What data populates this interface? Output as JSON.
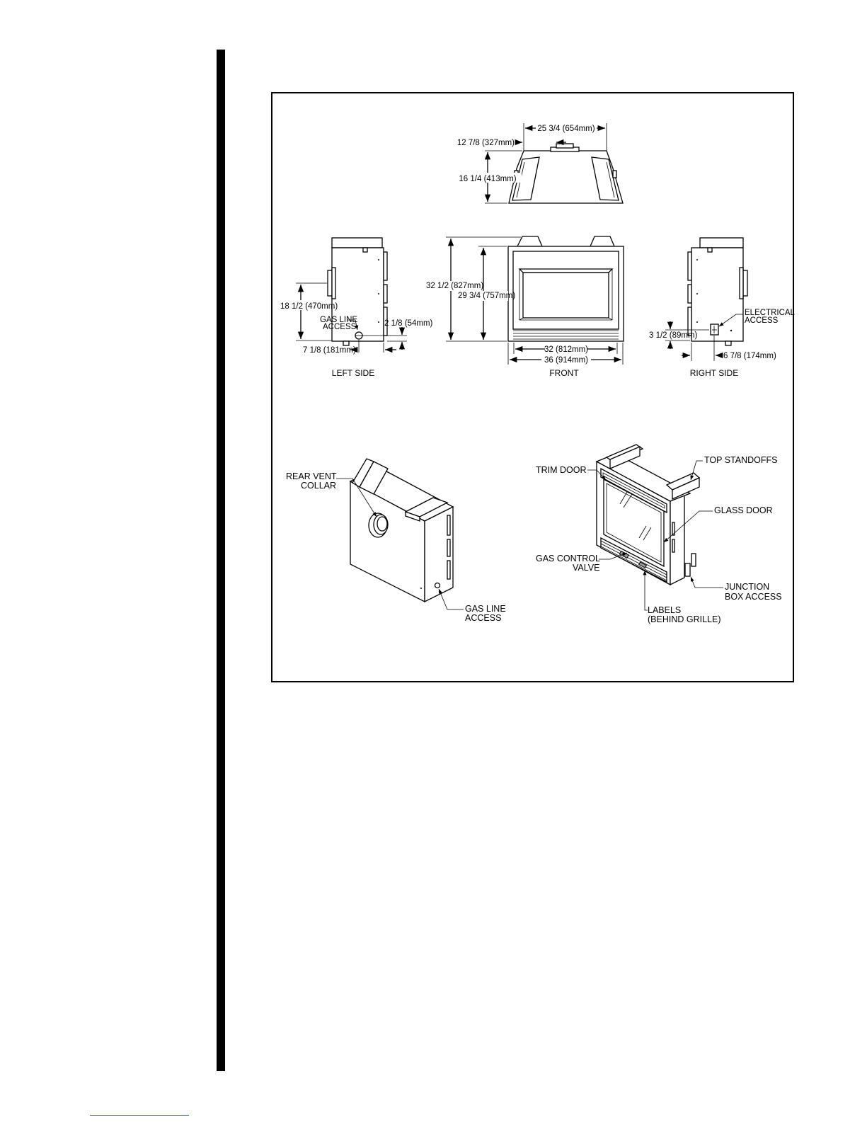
{
  "views": {
    "top": {
      "width_dim": "25 3/4 (654mm)",
      "offset_dim": "12 7/8 (327mm)",
      "depth_dim": "16 1/4 (413mm)"
    },
    "left": {
      "caption": "LEFT SIDE",
      "height_dim": "18 1/2 (470mm)",
      "gas_label_1": "GAS LINE",
      "gas_label_2": "ACCESS",
      "gas_dim": "2 1/8 (54mm)",
      "depth_dim": "7 1/8 (181mm)"
    },
    "front": {
      "caption": "FRONT",
      "outer_height_dim": "32 1/2 (827mm)",
      "inner_height_dim": "29 3/4 (757mm)",
      "inner_width_dim": "32 (812mm)",
      "outer_width_dim": "36 (914mm)"
    },
    "right": {
      "caption": "RIGHT SIDE",
      "elec_label_1": "ELECTRICAL",
      "elec_label_2": "ACCESS",
      "height_dim": "3 1/2 (89mm)",
      "depth_dim": "6 7/8 (174mm)"
    }
  },
  "iso_rear": {
    "vent_1": "REAR VENT",
    "vent_2": "COLLAR",
    "gas_1": "GAS LINE",
    "gas_2": "ACCESS"
  },
  "iso_front": {
    "trim_door": "TRIM DOOR",
    "top_standoffs": "TOP STANDOFFS",
    "glass_door": "GLASS DOOR",
    "gas_valve_1": "GAS CONTROL",
    "gas_valve_2": "VALVE",
    "junction_1": "JUNCTION",
    "junction_2": "BOX ACCESS",
    "labels_1": "LABELS",
    "labels_2": "(BEHIND GRILLE)"
  },
  "colors": {
    "ink": "#000000",
    "shade": "#9a9a9a",
    "link": "#2f56ff"
  }
}
